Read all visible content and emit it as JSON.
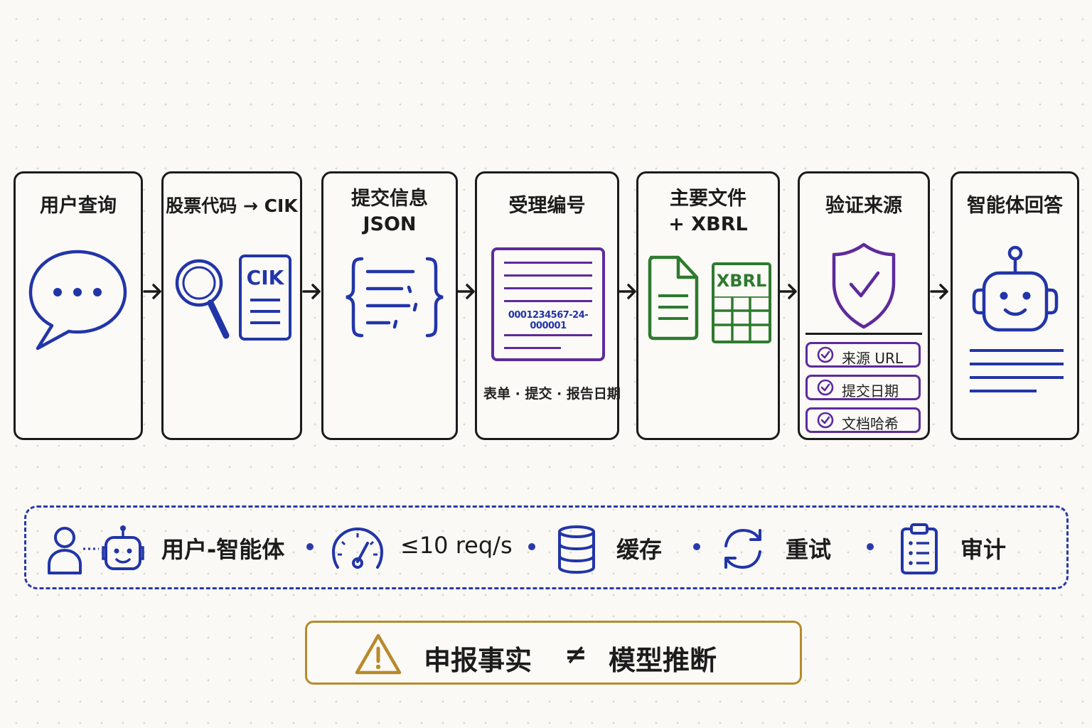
{
  "steps": [
    {
      "title": "用户查询",
      "icon": "chat-bubble-icon"
    },
    {
      "title": "股票代码 → CIK",
      "icon": "search-document-icon",
      "card_label": "CIK"
    },
    {
      "title_line1": "提交信息",
      "title_line2": "JSON",
      "icon": "json-braces-icon"
    },
    {
      "title": "受理编号",
      "icon": "accession-document-icon",
      "accession": "0001234567-24-000001",
      "fields": "表单 · 提交 · 报告日期"
    },
    {
      "title_line1": "主要文件",
      "title_line2": "+ XBRL",
      "icon": "files-xbrl-icon",
      "xbrl_label": "XBRL"
    },
    {
      "title": "验证来源",
      "icon": "shield-check-icon",
      "checks": [
        "来源 URL",
        "提交日期",
        "文档哈希"
      ]
    },
    {
      "title": "智能体回答",
      "icon": "robot-icon"
    }
  ],
  "band": {
    "items": [
      "用户-智能体",
      "≤10 req/s",
      "缓存",
      "重试",
      "审计"
    ]
  },
  "warning": {
    "left": "申报事实",
    "symbol": "≠",
    "right": "模型推断"
  },
  "colors": {
    "blue": "#2235a8",
    "purple": "#5e2a9b",
    "green": "#2e7a2e",
    "gold": "#b88a2a"
  }
}
